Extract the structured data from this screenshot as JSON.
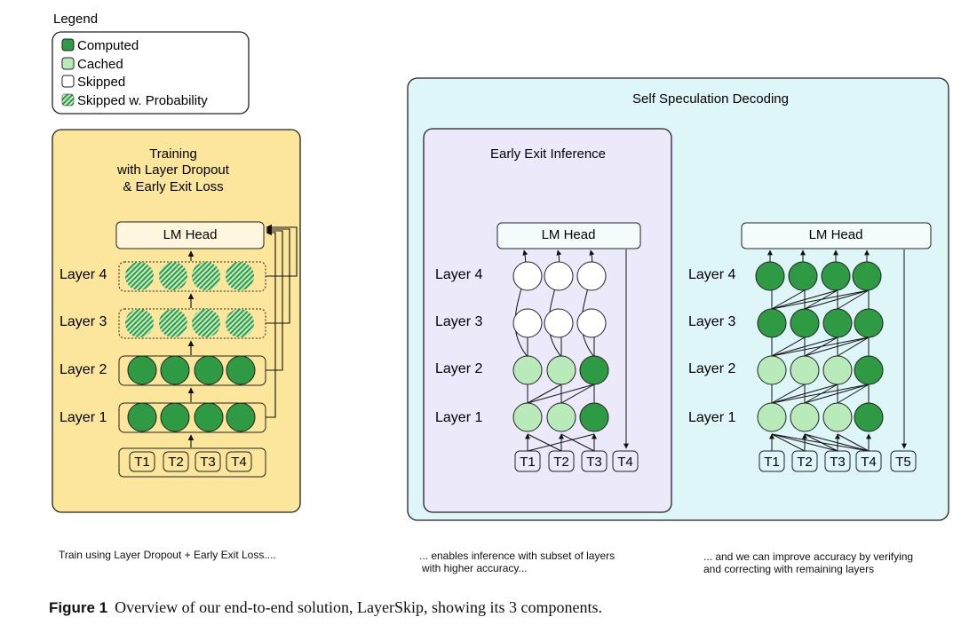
{
  "legend": {
    "title": "Legend",
    "items": [
      {
        "label": "Computed"
      },
      {
        "label": "Cached"
      },
      {
        "label": "Skipped"
      },
      {
        "label": "Skipped w. Probability"
      }
    ]
  },
  "training": {
    "title_lines": [
      "Training",
      "with Layer Dropout",
      "& Early Exit Loss"
    ],
    "lm_head": "LM Head",
    "layers": [
      "Layer 4",
      "Layer 3",
      "Layer 2",
      "Layer 1"
    ],
    "tokens": [
      "T1",
      "T2",
      "T3",
      "T4"
    ]
  },
  "self_speculation": {
    "title": "Self Speculation Decoding"
  },
  "early_exit": {
    "title": "Early Exit Inference",
    "lm_head": "LM Head",
    "layers": [
      "Layer 4",
      "Layer 3",
      "Layer 2",
      "Layer 1"
    ],
    "tokens": [
      "T1",
      "T2",
      "T3",
      "T4"
    ]
  },
  "verification": {
    "lm_head": "LM Head",
    "layers": [
      "Layer 4",
      "Layer 3",
      "Layer 2",
      "Layer 1"
    ],
    "tokens": [
      "T1",
      "T2",
      "T3",
      "T4",
      "T5"
    ]
  },
  "notes": {
    "training": "Train using Layer Dropout + Early Exit Loss....",
    "inference_lines": [
      "... enables inference with subset of layers",
      "with higher accuracy..."
    ],
    "verify_lines": [
      "... and we can improve accuracy by verifying",
      "and correcting with remaining layers"
    ]
  },
  "caption": {
    "label": "Figure 1",
    "text": "Overview of our end-to-end solution, LayerSkip, showing its 3 components."
  },
  "colors": {
    "computed": "#2e9a44",
    "cached": "#b9eab9",
    "training_panel": "#fbe69c",
    "speculation_panel": "#dff6f8",
    "early_exit_panel": "#ece9fb"
  }
}
